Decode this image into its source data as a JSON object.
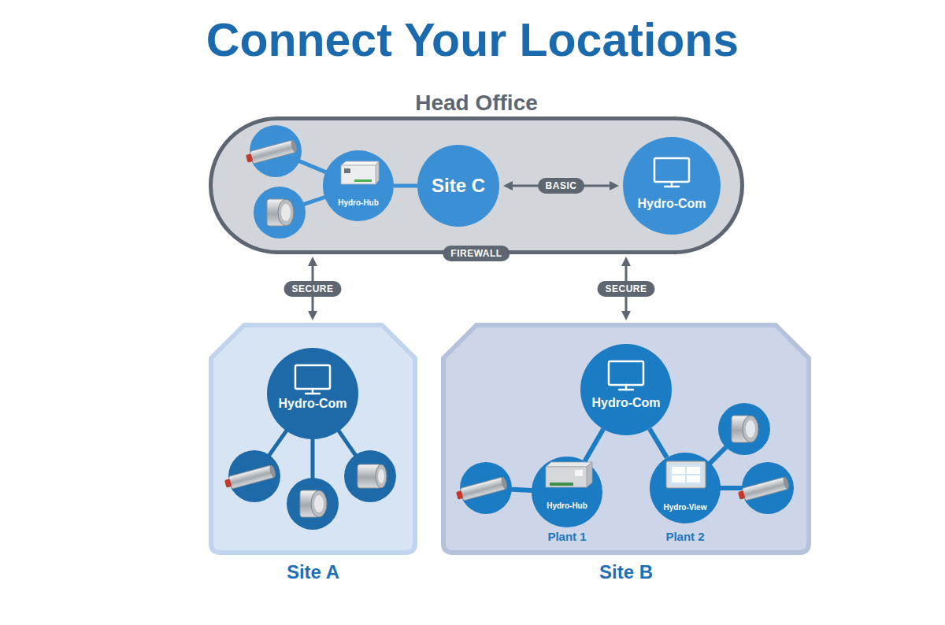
{
  "diagram": {
    "title": "Connect Your Locations",
    "nodes": [
      {
        "text": [
          "Head Office"
        ]
      },
      {
        "text": [
          "Hydro-Hub"
        ],
        "in": 0
      },
      {
        "text": [
          "Site C"
        ],
        "in": 0
      },
      {
        "text": [
          "Hydro-Com"
        ],
        "in": 0
      },
      {
        "text": [
          "Site A"
        ]
      },
      {
        "text": [
          "Hydro-Com"
        ],
        "in": 4
      },
      {
        "text": [
          "Site B"
        ]
      },
      {
        "text": [
          "Hydro-Com"
        ],
        "in": 6
      },
      {
        "text": [
          "Hydro-Hub",
          "Plant 1"
        ],
        "in": 6
      },
      {
        "text": [
          "Hydro-View",
          "Plant 2"
        ],
        "in": 6
      }
    ],
    "edges": [
      {
        "from": 1,
        "to": 2,
        "arrow": "none"
      },
      {
        "from": 2,
        "to": 3,
        "label": "BASIC",
        "arrow": "both"
      },
      {
        "from": 0,
        "to": 4,
        "label": "SECURE",
        "arrow": "both"
      },
      {
        "from": 0,
        "to": 6,
        "label": "SECURE",
        "arrow": "both"
      },
      {
        "from": 7,
        "to": 8,
        "arrow": "none"
      },
      {
        "from": 7,
        "to": 9,
        "arrow": "none"
      }
    ],
    "labels": [
      "FIREWALL"
    ]
  }
}
